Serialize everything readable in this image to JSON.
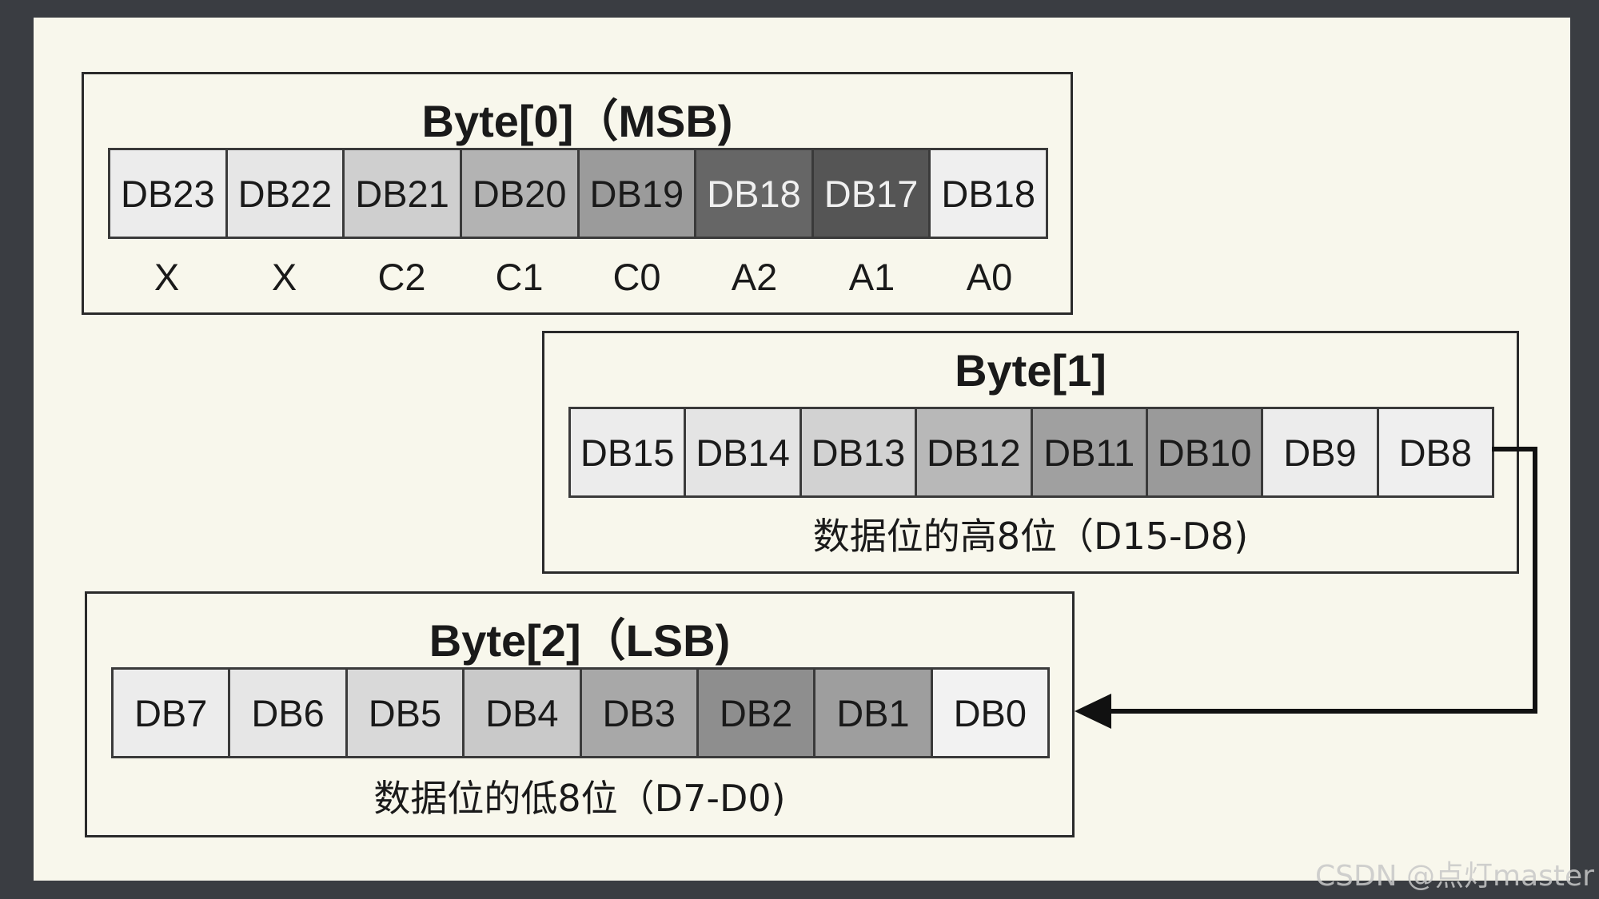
{
  "bytes": [
    {
      "title": "Byte[0]（MSB)",
      "cells": [
        "DB23",
        "DB22",
        "DB21",
        "DB20",
        "DB19",
        "DB18",
        "DB17",
        "DB18"
      ],
      "shades": [
        "#ececec",
        "#e6e6e6",
        "#cfcfcf",
        "#b3b3b3",
        "#9b9b9b",
        "#666666",
        "#555555",
        "#efefef"
      ],
      "labels": [
        "X",
        "X",
        "C2",
        "C1",
        "C0",
        "A2",
        "A1",
        "A0"
      ]
    },
    {
      "title": "Byte[1]",
      "cells": [
        "DB15",
        "DB14",
        "DB13",
        "DB12",
        "DB11",
        "DB10",
        "DB9",
        "DB8"
      ],
      "shades": [
        "#ececec",
        "#e4e4e4",
        "#d2d2d2",
        "#b8b8b8",
        "#a0a0a0",
        "#9a9a9a",
        "#ececec",
        "#efefef"
      ],
      "caption": "数据位的高8位（D15-D8)"
    },
    {
      "title": "Byte[2]（LSB)",
      "cells": [
        "DB7",
        "DB6",
        "DB5",
        "DB4",
        "DB3",
        "DB2",
        "DB1",
        "DB0"
      ],
      "shades": [
        "#ececec",
        "#e6e6e6",
        "#d9d9d9",
        "#c9c9c9",
        "#a8a8a8",
        "#8e8e8e",
        "#9e9e9e",
        "#f2f2f2"
      ],
      "caption": "数据位的低8位（D7-D0)"
    }
  ],
  "watermark": "CSDN @点灯master"
}
